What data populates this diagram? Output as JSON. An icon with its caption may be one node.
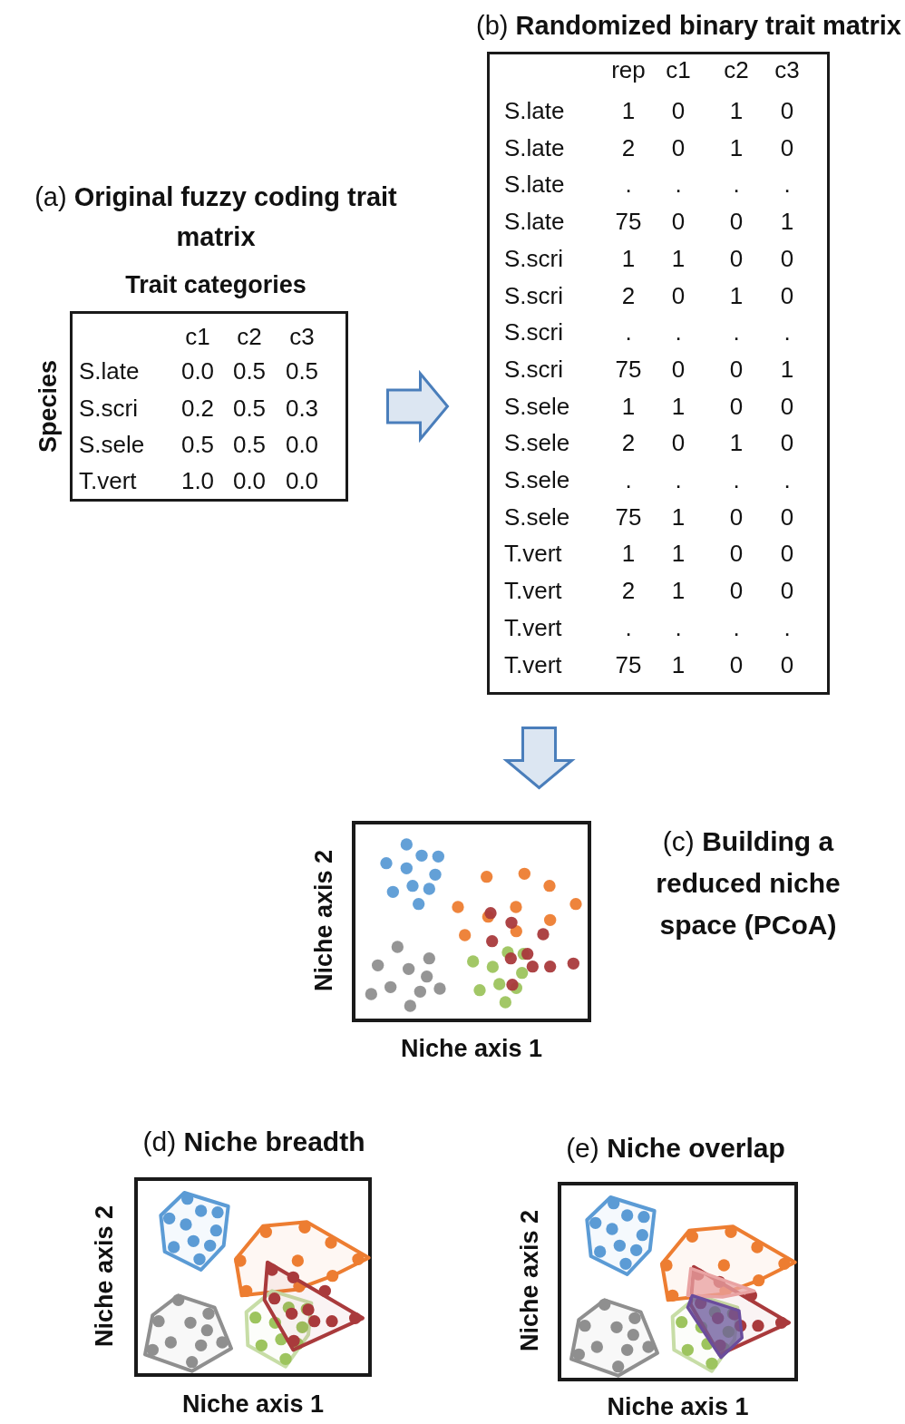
{
  "diagram": {
    "nodes": [
      {
        "text": [
          "(a) **Original fuzzy coding trait matrix**",
          "Trait categories",
          "Species"
        ]
      },
      {
        "text": [
          "(b) **Randomized binary trait matrix**"
        ]
      },
      {
        "text": [
          "(c) **Building a reduced niche space (PCoA)**",
          "Niche axis 2",
          "Niche axis 1"
        ]
      },
      {
        "text": [
          "(d) **Niche breadth**",
          "Niche axis 2",
          "Niche axis 1"
        ]
      },
      {
        "text": [
          "(e) **Niche overlap**",
          "Niche axis 2",
          "Niche axis 1"
        ]
      }
    ],
    "edges": [
      {
        "from": 0,
        "to": 1,
        "arrow": "to"
      },
      {
        "from": 1,
        "to": 2,
        "arrow": "to"
      }
    ],
    "labels": [
      "c1",
      "c2",
      "c3",
      "S.late",
      "0.0",
      "0.5",
      "0.5",
      "S.scri",
      "0.2",
      "0.5",
      "0.3",
      "S.sele",
      "0.5",
      "0.5",
      "0.0",
      "T.vert",
      "1.0",
      "0.0",
      "0.0",
      "rep",
      "c1",
      "c2",
      "c3",
      "S.late",
      "1",
      "0",
      "1",
      "0",
      "S.late",
      "2",
      "0",
      "1",
      "0",
      "S.late",
      ".",
      ".",
      ".",
      ".",
      "S.late",
      "75",
      "0",
      "0",
      "1",
      "S.scri",
      "1",
      "1",
      "0",
      "0",
      "S.scri",
      "2",
      "0",
      "1",
      "0",
      "S.scri",
      ".",
      ".",
      ".",
      ".",
      "S.scri",
      "75",
      "0",
      "0",
      "1",
      "S.sele",
      "1",
      "1",
      "0",
      "0",
      "S.sele",
      "2",
      "0",
      "1",
      "0",
      "S.sele",
      ".",
      ".",
      ".",
      ".",
      "S.sele",
      "75",
      "1",
      "0",
      "0",
      "T.vert",
      "1",
      "1",
      "0",
      "0",
      "T.vert",
      "2",
      "1",
      "0",
      "0",
      "T.vert",
      ".",
      ".",
      ".",
      ".",
      "T.vert",
      "75",
      "1",
      "0",
      "0"
    ]
  }
}
